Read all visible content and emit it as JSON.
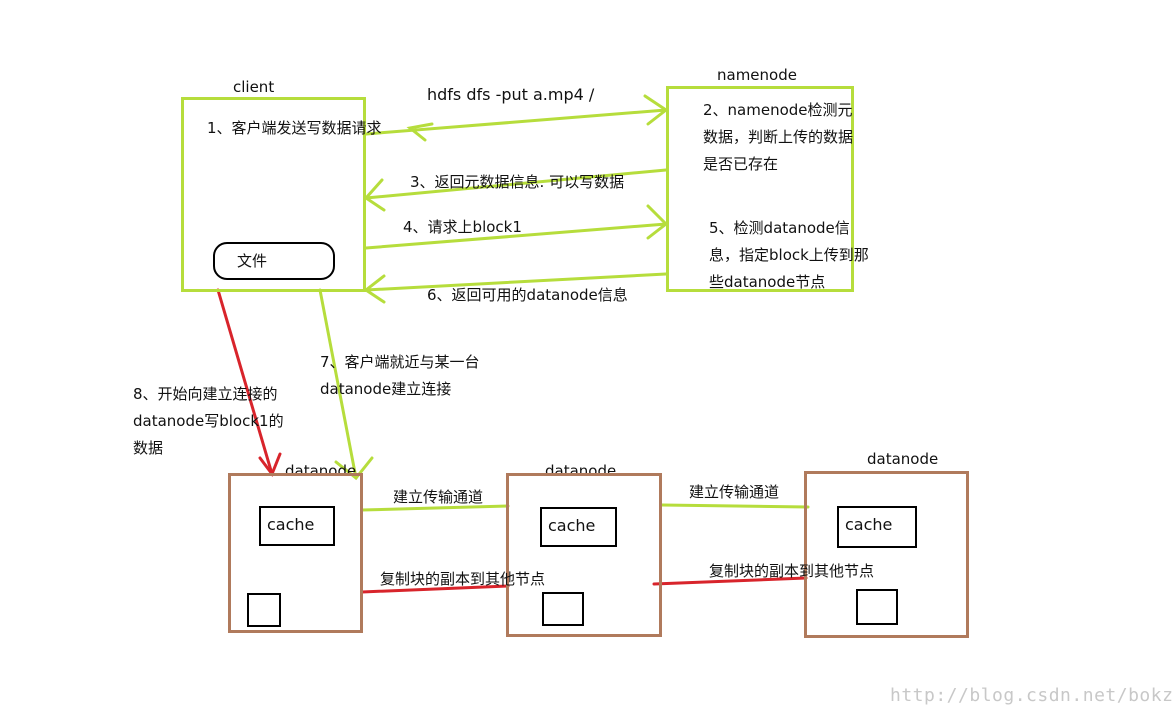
{
  "nodes": {
    "client": "client",
    "namenode": "namenode",
    "datanode_1": "datanode",
    "datanode_2": "datanode",
    "datanode_3": "datanode"
  },
  "client_box": {
    "file_label": "文件"
  },
  "datanode_boxes": {
    "cache_label": "cache"
  },
  "steps": {
    "command": "hdfs dfs -put a.mp4 /",
    "s1": "1、客户端发送写数据请求",
    "s2": "2、namenode检测元数据，判断上传的数据是否已存在",
    "s3": "3、返回元数据信息. 可以写数据",
    "s4": "4、请求上block1",
    "s5": "5、检测datanode信息，指定block上传到那些datanode节点",
    "s6": "6、返回可用的datanode信息",
    "s7": "7、客户端就近与某一台datanode建立连接",
    "s8": "8、开始向建立连接的datanode写block1的数据"
  },
  "links": {
    "channel_1": "建立传输通道",
    "channel_2": "建立传输通道",
    "replicate_1": "复制块的副本到其他节点",
    "replicate_2": "复制块的副本到其他节点"
  },
  "watermark": "http://blog.csdn.net/bokzmm",
  "colors": {
    "green": "#b6dd3c",
    "brown": "#b07a5c",
    "red": "#d8242b"
  }
}
